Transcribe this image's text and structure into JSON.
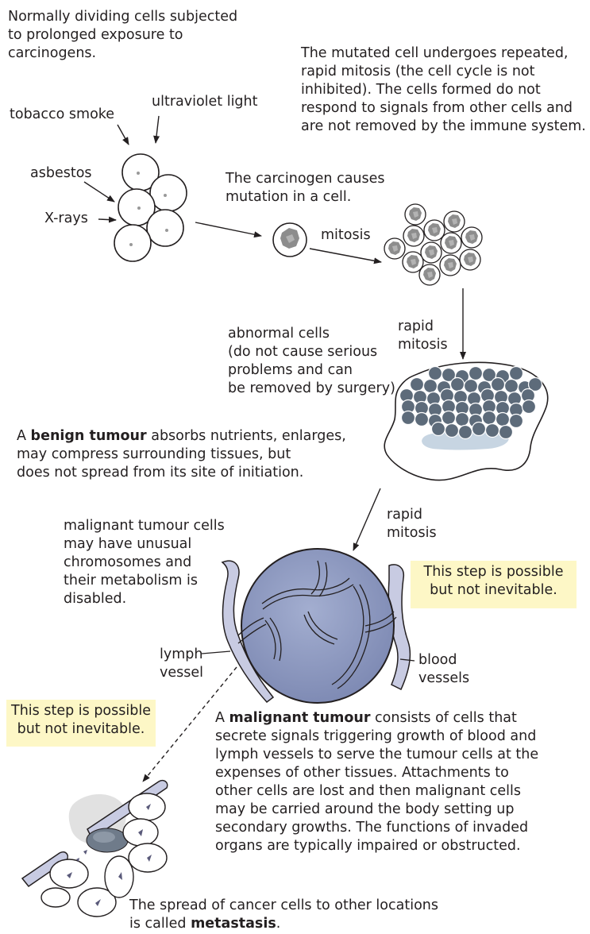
{
  "intro": "Normally dividing cells subjected\nto prolonged exposure to\ncarcinogens.",
  "agents": {
    "tobacco": "tobacco smoke",
    "uv": "ultraviolet light",
    "asbestos": "asbestos",
    "xrays": "X-rays"
  },
  "mutation_note": "The carcinogen causes\nmutation in a cell.",
  "mitosis": "mitosis",
  "repeated_mitosis": "The mutated cell undergoes repeated,\nrapid mitosis (the cell cycle is not\ninhibited). The cells formed do not\nrespond to signals from other cells and\nare not removed by the immune system.",
  "rapid_mitosis_1": "rapid\nmitosis",
  "abnormal_cells": "abnormal cells\n(do not cause serious\nproblems and can\nbe removed by surgery)",
  "benign": {
    "pre": "A ",
    "bold": "benign tumour",
    "post": " absorbs nutrients, enlarges,\nmay compress surrounding tissues, but\ndoes not spread from its site of initiation."
  },
  "rapid_mitosis_2": "rapid\nmitosis",
  "malignant_cells": "malignant tumour cells\nmay have unusual\nchromosomes and\ntheir metabolism is\ndisabled.",
  "possible_1": "This step is possible\nbut not inevitable.",
  "lymph": "lymph\nvessel",
  "blood": "blood\nvessels",
  "possible_2": "This step is possible\nbut not inevitable.",
  "malignant": {
    "pre": "A ",
    "bold": "malignant tumour",
    "post": " consists of cells that\nsecrete signals triggering growth of blood and\nlymph vessels to serve the tumour cells at the\nexpenses of other tissues. Attachments to\nother cells are lost and then malignant cells\nmay be carried around the body setting up\nsecondary growths. The functions of invaded\norgans are typically impaired or obstructed."
  },
  "metastasis": {
    "pre": "The spread of cancer cells to other locations\nis called ",
    "bold": "metastasis",
    "post": "."
  },
  "colors": {
    "text": "#231f20",
    "callout": "#fdf7c6",
    "tumour_cell": "#5d6b7a",
    "malignant_fill": "#8d99bf",
    "vessel_fill": "#c8cbe2",
    "mutated_cell": "#8d8d8d",
    "tissue_blue": "#b9cadb"
  }
}
